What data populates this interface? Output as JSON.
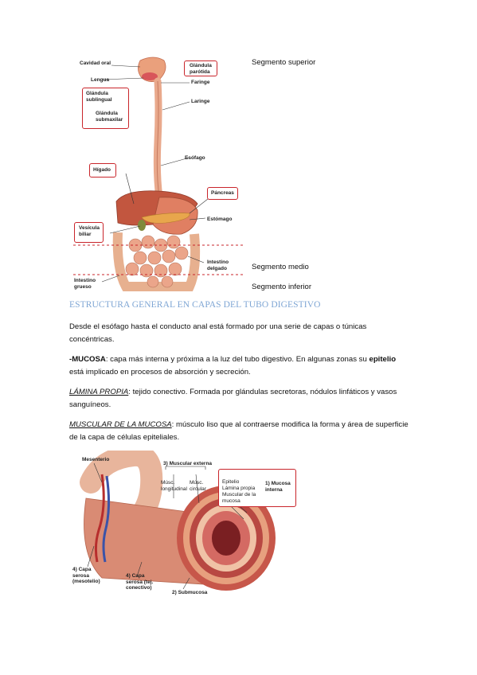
{
  "figure1": {
    "labels": {
      "cavidad_oral": "Cavidad oral",
      "lengua": "Lengua",
      "glandula_sublingual": "Glándula sublingual",
      "glandula_submaxilar": "Glándula submaxilar",
      "glandula_parotida": "Glándula parótida",
      "faringe": "Faringe",
      "laringe": "Laringe",
      "esofago": "Esófago",
      "higado": "Hígado",
      "pancreas": "Páncreas",
      "estomago": "Estómago",
      "vesicula_biliar": "Vesícula biliar",
      "intestino_delgado": "Intestino delgado",
      "intestino_grueso": "Intestino grueso"
    },
    "segments": {
      "superior": "Segmento superior",
      "medio": "Segmento medio",
      "inferior": "Segmento inferior"
    }
  },
  "heading": "ESTRUCTURA GENERAL EN CAPAS DEL TUBO DIGESTIVO",
  "paragraphs": {
    "intro": "Desde el esófago hasta el conducto anal está formado por una serie de capas o túnicas concéntricas.",
    "mucosa_term": "-MUCOSA",
    "mucosa_text_a": ": capa más interna y próxima a la luz del tubo digestivo. En algunas zonas su ",
    "mucosa_epitelio": "epitelio",
    "mucosa_text_b": " está implicado en procesos de absorción y secreción.",
    "lamina_term": "LÁMINA PROPIA",
    "lamina_text": ": tejido conectivo. Formada por glándulas secretoras, nódulos linfáticos y vasos sanguíneos.",
    "muscular_term": "MUSCULAR DE LA MUCOSA",
    "muscular_text": ": músculo liso que al contraerse modifica la forma y área de superficie de la capa de células epiteliales."
  },
  "figure2": {
    "labels": {
      "mesenterio": "Mesenterio",
      "muscular_externa": "3) Muscular externa",
      "musc_longitudinal": "Músc. longitudinal",
      "musc_circular": "Músc. circular",
      "epitelio": "Epitelio",
      "lamina_propia": "Lámina propia",
      "muscular_mucosa": "Muscular de la mucosa",
      "mucosa_interna": "1) Mucosa interna",
      "serosa_mesotelio": "4) Capa serosa (mesotelio)",
      "serosa_conectivo": "4) Capa serosa (tej. conectivo)",
      "submucosa": "2) Submucosa"
    }
  },
  "colors": {
    "heading": "#7fa6d4",
    "label_box": "#c9252b",
    "organ": "#e39a78"
  }
}
